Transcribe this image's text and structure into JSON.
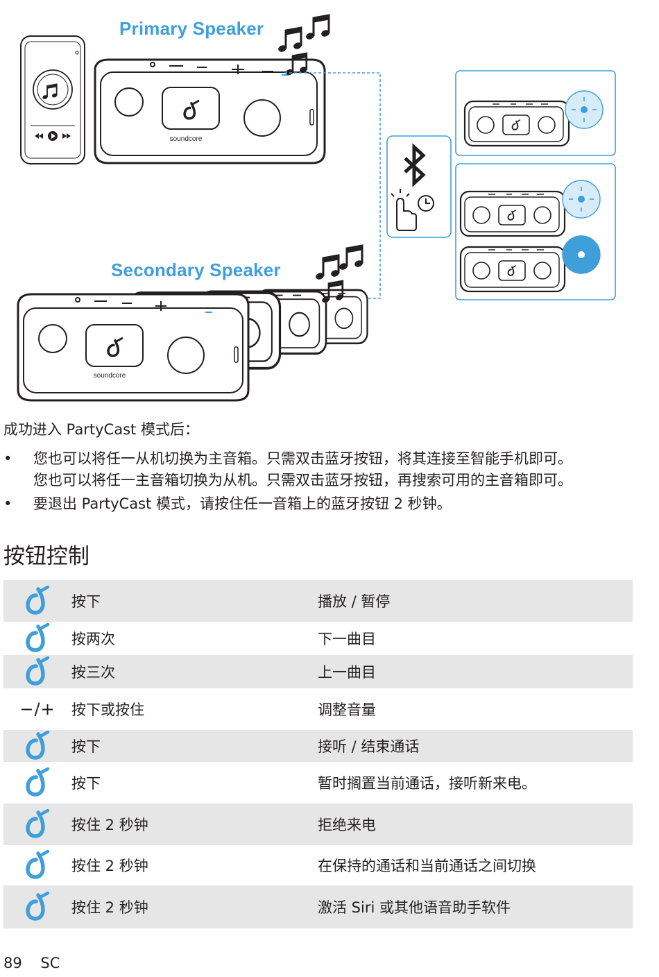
{
  "illustration": {
    "primary_label": "Primary Speaker",
    "secondary_label": "Secondary Speaker",
    "brand_text": "soundcore",
    "accent": "#3f9fda"
  },
  "intro": "成功进入 PartyCast 模式后：",
  "bullets": [
    {
      "lines": [
        "您也可以将任一从机切换为主音箱。只需双击蓝牙按钮，将其连接至智能手机即可。",
        "您也可以将任一主音箱切换为从机。只需双击蓝牙按钮，再搜索可用的主音箱即可。"
      ]
    },
    {
      "lines": [
        "要退出 PartyCast 模式，请按住任一音箱上的蓝牙按钮 2 秒钟。"
      ]
    }
  ],
  "section_title": "按钮控制",
  "controls": [
    {
      "icon": "soundcore-logo-icon",
      "action": "按下",
      "result": "播放 / 暂停",
      "shaded": true,
      "height": 60
    },
    {
      "icon": "soundcore-logo-icon",
      "action": "按两次",
      "result": "下一曲目",
      "shaded": false,
      "height": 48
    },
    {
      "icon": "soundcore-logo-icon",
      "action": "按三次",
      "result": "上一曲目",
      "shaded": true,
      "height": 48
    },
    {
      "icon": "volume-icon",
      "icon_text": "−/+",
      "action": "按下或按住",
      "result": "调整音量",
      "shaded": false,
      "height": 60
    },
    {
      "icon": "soundcore-logo-icon",
      "action": "按下",
      "result": "接听 / 结束通话",
      "shaded": true,
      "height": 46
    },
    {
      "icon": "soundcore-logo-icon",
      "action": "按下",
      "result": "暂时搁置当前通话，接听新来电。",
      "shaded": false,
      "height": 60
    },
    {
      "icon": "soundcore-logo-icon",
      "action": "按住 2 秒钟",
      "result": "拒绝来电",
      "shaded": true,
      "height": 60
    },
    {
      "icon": "soundcore-logo-icon",
      "action": "按住 2 秒钟",
      "result": "在保持的通话和当前通话之间切换",
      "shaded": false,
      "height": 58
    },
    {
      "icon": "soundcore-logo-icon",
      "action": "按住 2 秒钟",
      "result": "激活 Siri 或其他语音助手软件",
      "shaded": true,
      "height": 62
    }
  ],
  "footer": {
    "page_number": "89",
    "lang": "SC"
  }
}
